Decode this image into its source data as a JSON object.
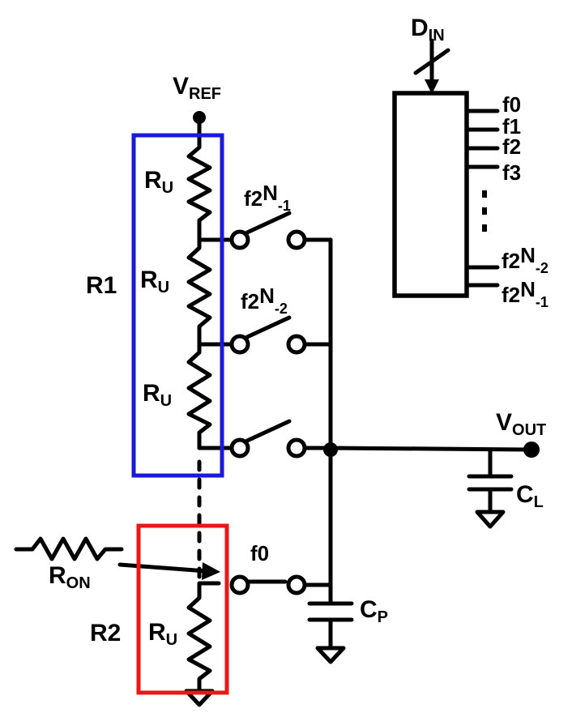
{
  "colors": {
    "wire": "#000000",
    "r1_box": "#1a1adb",
    "r2_box": "#e81818",
    "background": "#ffffff"
  },
  "labels": {
    "vref_main": "V",
    "vref_sub": "REF",
    "vout_main": "V",
    "vout_sub": "OUT",
    "din_main": "D",
    "din_sub": "IN",
    "ron_main": "R",
    "ron_sub": "ON",
    "ru_main": "R",
    "ru_sub": "U",
    "cl_main": "C",
    "cl_sub": "L",
    "cp_main": "C",
    "cp_sub": "P",
    "r1": "R1",
    "r2": "R2",
    "sw_top": {
      "a": "f2",
      "b": "N",
      "c": "-1"
    },
    "sw_mid": {
      "a": "f2",
      "b": "N",
      "c": "-2"
    },
    "sw_f0": "f0"
  },
  "decoder": {
    "outputs": [
      {
        "label": "f0"
      },
      {
        "label": "f1"
      },
      {
        "label": "f2"
      },
      {
        "label": "f3"
      },
      {
        "label": "f2N-2",
        "a": "f2",
        "b": "N",
        "c": "-2"
      },
      {
        "label": "f2N-1",
        "a": "f2",
        "b": "N",
        "c": "-1"
      }
    ]
  }
}
